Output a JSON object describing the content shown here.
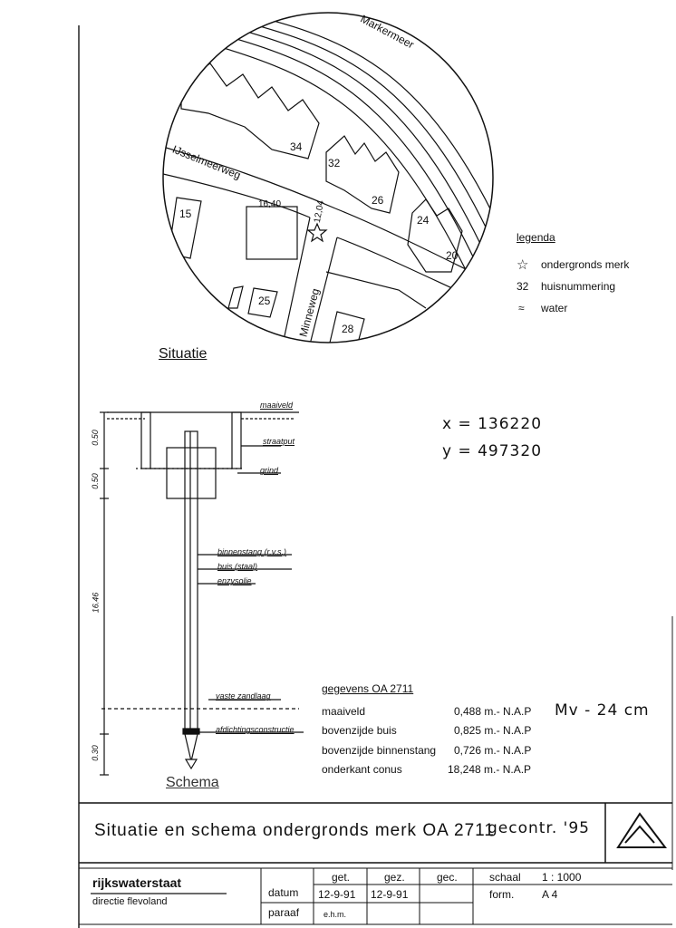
{
  "map": {
    "water_label": "Markermeer",
    "road_1": "IJsselmeerweg",
    "road_2": "Minneweg",
    "house_numbers": [
      "34",
      "32",
      "26",
      "24",
      "20",
      "15",
      "25",
      "28"
    ],
    "level_1": "16,40",
    "level_2": "12,04"
  },
  "legend": {
    "title": "legenda",
    "items": [
      {
        "symbol": "☆",
        "label": "ondergronds merk"
      },
      {
        "symbol": "32",
        "label": "huisnummering"
      },
      {
        "symbol": "≈",
        "label": "water"
      }
    ]
  },
  "situatie_label": "Situatie",
  "schema_label": "Schema",
  "coords": {
    "x": "x = 136220",
    "y": "y = 497320"
  },
  "schema": {
    "maaiveld": "maaiveld",
    "straatput": "straatput",
    "grind": "grind",
    "binnenstang": "binnenstang (r.v.s.)",
    "buis": "buis (staal)",
    "enzysolie": "enzysolie",
    "zandlaag": "vaste zandlaag",
    "afdichting": "afdichtingsconstructie",
    "dim_1": "0.50",
    "dim_2": "0.50",
    "dim_3": "16.46",
    "dim_4": "0.30"
  },
  "gegevens": {
    "title": "gegevens   OA 2711",
    "rows": [
      {
        "label": "maaiveld",
        "value": "0,488 m.- N.A.P"
      },
      {
        "label": "bovenzijde buis",
        "value": "0,825 m.- N.A.P"
      },
      {
        "label": "bovenzijde binnenstang",
        "value": "0,726 m.- N.A.P"
      },
      {
        "label": "onderkant conus",
        "value": "18,248 m.- N.A.P"
      }
    ],
    "note": "Mv - 24 cm"
  },
  "title_block": {
    "title": "Situatie  en  schema  ondergronds  merk  OA 2711",
    "note": "gecontr. '95",
    "org": "rijkswaterstaat",
    "dept": "directie flevoland",
    "datum": "datum",
    "paraaf": "paraaf",
    "get": "get.",
    "gez": "gez.",
    "gec": "gec.",
    "get_date": "12-9-91",
    "get_initials": "e.h.m.",
    "gez_date": "12-9-91",
    "schaal_label": "schaal",
    "schaal_value": "1 : 1000",
    "form_label": "form.",
    "form_value": "A 4"
  }
}
